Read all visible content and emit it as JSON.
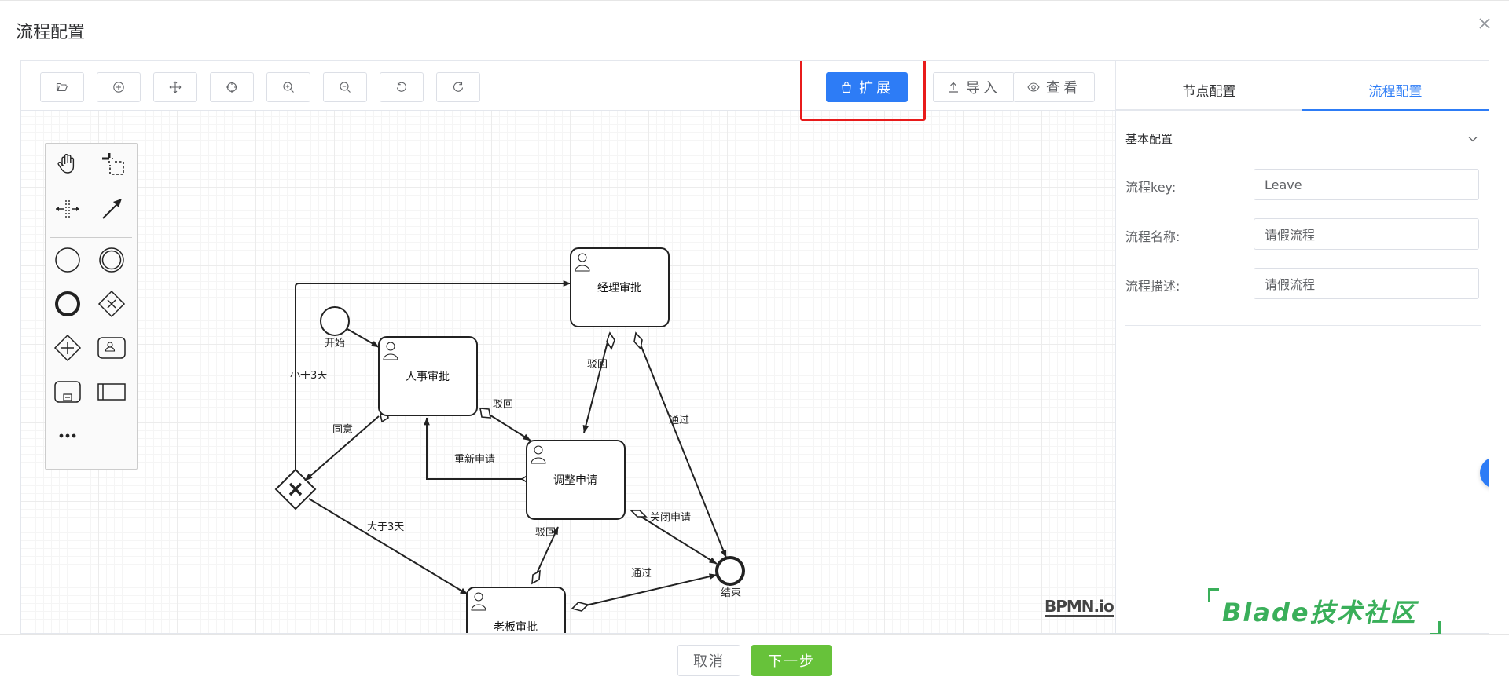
{
  "dialog": {
    "title": "流程配置"
  },
  "toolbar": {
    "icon_buttons": [
      "folder-open-icon",
      "zoom-reset-icon",
      "move-icon",
      "fit-view-icon",
      "zoom-in-icon",
      "zoom-out-icon",
      "undo-icon",
      "redo-icon"
    ],
    "extend_label": "扩展",
    "import_label": "导入",
    "view_label": "查看"
  },
  "diagram": {
    "start_label": "开始",
    "end_label": "结束",
    "tasks": {
      "hr": "人事审批",
      "manager": "经理审批",
      "adjust": "调整申请",
      "boss": "老板审批"
    },
    "flows": {
      "lt3": "小于3天",
      "agree": "同意",
      "reject_hr": "驳回",
      "resubmit": "重新申请",
      "reject_mgr": "驳回",
      "pass_mgr": "通过",
      "gt3": "大于3天",
      "reject_boss": "驳回",
      "close": "关闭申请",
      "pass_boss": "通过"
    },
    "logo": "BPMN.io"
  },
  "panel": {
    "tabs": [
      "节点配置",
      "流程配置"
    ],
    "active_tab": "流程配置",
    "section_title": "基本配置",
    "fields": {
      "key": {
        "label": "流程key:",
        "value": "Leave"
      },
      "name": {
        "label": "流程名称:",
        "value": "请假流程"
      },
      "desc": {
        "label": "流程描述:",
        "value": "请假流程"
      }
    }
  },
  "watermark": "Blade技术社区",
  "footer": {
    "cancel_label": "取消",
    "next_label": "下一步"
  },
  "colors": {
    "primary": "#2d7cf6",
    "success": "#67c23a",
    "highlight": "#e81b1b",
    "watermark": "#3aaf5a"
  }
}
